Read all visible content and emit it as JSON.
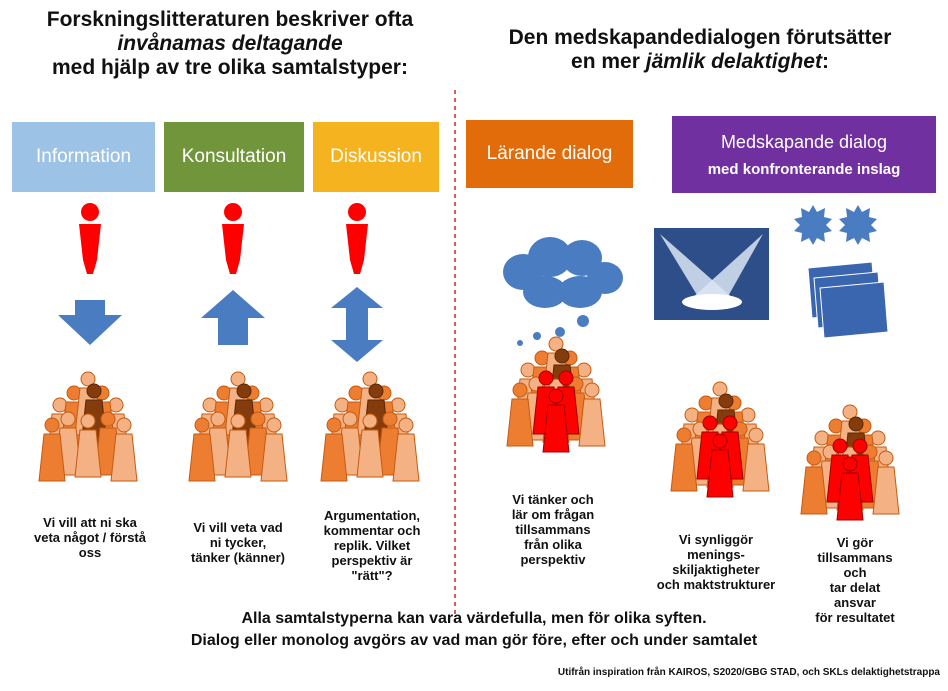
{
  "left_heading": {
    "line1": "Forskningslitteraturen beskriver ofta",
    "line2": "invånamas deltagande",
    "line3": "med hjälp av tre olika samtalstyper:"
  },
  "right_heading": {
    "line1": "Den medskapandedialogen förutsätter",
    "line2_prefix": "en mer ",
    "line2_italic": "jämlik delaktighet",
    "line2_suffix": ":"
  },
  "boxes": {
    "information": {
      "label": "Information",
      "color": "#9cc3e5"
    },
    "konsultation": {
      "label": "Konsultation",
      "color": "#70953a"
    },
    "diskussion": {
      "label": "Diskussion",
      "color": "#f5b320"
    },
    "larande": {
      "label": "Lärande dialog",
      "color": "#e36c0a"
    },
    "medskapande": {
      "label": "Medskapande dialog",
      "sub": "med konfronterande inslag",
      "color": "#7030a0"
    }
  },
  "captions": {
    "information": [
      "Vi vill att ni ska",
      "veta något / förstå",
      "oss"
    ],
    "konsultation": [
      "Vi vill veta vad",
      "ni tycker,",
      "tänker (känner)"
    ],
    "diskussion": [
      "Argumentation,",
      "kommentar och",
      "replik. Vilket",
      "perspektiv är",
      "\"rätt\"?"
    ],
    "larande": [
      "Vi tänker och",
      "lär om frågan",
      "tillsammans",
      "från olika",
      "perspektiv"
    ],
    "synliggor": [
      "Vi synliggör",
      "menings-",
      "skiljaktigheter",
      "och maktstrukturer"
    ],
    "gor": [
      "Vi gör",
      "tillsammans",
      "och",
      "tar delat",
      "ansvar",
      "för resultatet"
    ]
  },
  "bottom_text": {
    "line1": "Alla  samtalstyperna kan vara värdefulla, men för olika syften.",
    "line2": "Dialog eller monolog avgörs av vad man gör före, efter och under samtalet"
  },
  "credit": "Utifrån inspiration från KAIROS, S2020/GBG STAD, och SKLs delaktighetstrappa",
  "colors": {
    "person_red": "#ff0000",
    "arrow_blue": "#4a7cc2",
    "divider": "#d62020",
    "crowd_light": "#f4b183",
    "crowd_mid": "#ed7d31",
    "crowd_brown": "#843c0c",
    "cloud_blue": "#4a7cc2"
  }
}
